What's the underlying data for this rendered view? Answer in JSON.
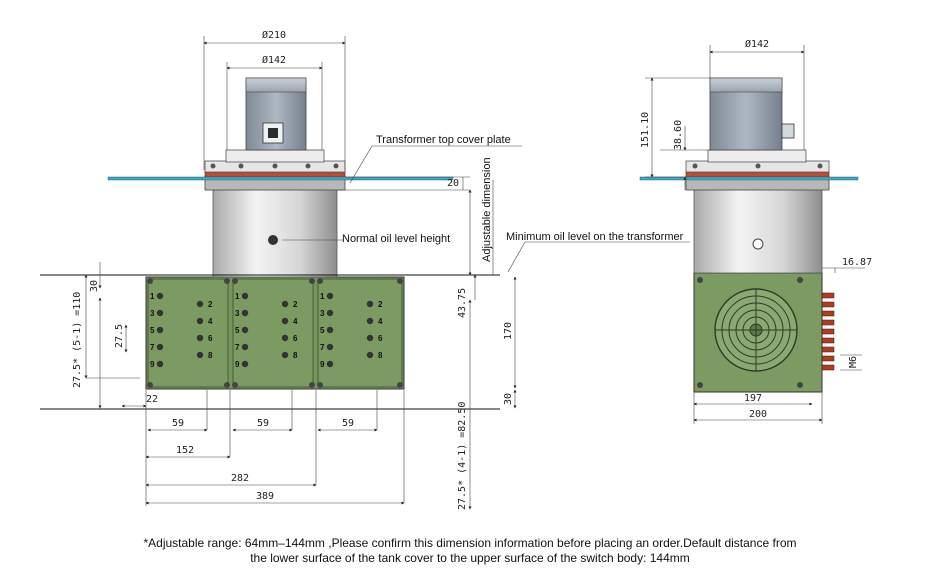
{
  "dims": {
    "d210": "Ø210",
    "d142_front": "Ø142",
    "d142_side": "Ø142",
    "v20": "20",
    "adjustable": "Adjustable dimension",
    "v30_top": "30",
    "v110": "27.5* (5-1) =110",
    "v27_5": "27.5",
    "v43_75": "43.75",
    "v170": "170",
    "v30_bottom": "30",
    "v22": "22",
    "v59_a": "59",
    "v59_b": "59",
    "v59_c": "59",
    "v152": "152",
    "v282": "282",
    "v389": "389",
    "v82_5": "27.5* (4-1) =82.50",
    "v151_10": "151.10",
    "v38_60": "38.60",
    "v16_87": "16.87",
    "vM6": "M6",
    "v197": "197",
    "v200": "200"
  },
  "labels": {
    "top_cover": "Transformer top cover plate",
    "normal_oil": "Normal oil level height",
    "min_oil": "Minimum oil level on the transformer"
  },
  "terminals": {
    "odd": [
      "1",
      "3",
      "5",
      "7",
      "9"
    ],
    "even": [
      "2",
      "4",
      "6",
      "8"
    ]
  },
  "footnote": {
    "line1": "*Adjustable range: 64mm–144mm ,Please confirm this dimension information before placing an order.Default distance from",
    "line2": "the lower surface of the tank cover to the upper surface of the switch body: 144mm"
  }
}
